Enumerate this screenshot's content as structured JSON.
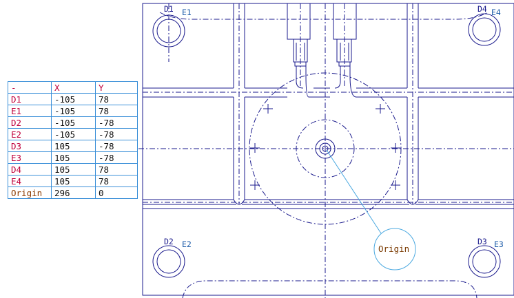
{
  "table": {
    "headers": [
      "-",
      "X",
      "Y"
    ],
    "rows": [
      {
        "name": "D1",
        "x": "-105",
        "y": "78"
      },
      {
        "name": "E1",
        "x": "-105",
        "y": "78"
      },
      {
        "name": "D2",
        "x": "-105",
        "y": "-78"
      },
      {
        "name": "E2",
        "x": "-105",
        "y": "-78"
      },
      {
        "name": "D3",
        "x": "105",
        "y": "-78"
      },
      {
        "name": "E3",
        "x": "105",
        "y": "-78"
      },
      {
        "name": "D4",
        "x": "105",
        "y": "78"
      },
      {
        "name": "E4",
        "x": "105",
        "y": "78"
      },
      {
        "name": "Origin",
        "x": "296",
        "y": "0"
      }
    ]
  },
  "drawing": {
    "labels": {
      "d1": "D1",
      "e1": "E1",
      "d2": "D2",
      "e2": "E2",
      "d3": "D3",
      "e3": "E3",
      "d4": "D4",
      "e4": "E4"
    },
    "origin_callout": "Origin"
  },
  "colors": {
    "line": "#1a1a8c",
    "table_border": "#3a8fd8",
    "callout": "#4aa8e0",
    "name_text": "#c0003c",
    "origin_text": "#8a3a00"
  }
}
